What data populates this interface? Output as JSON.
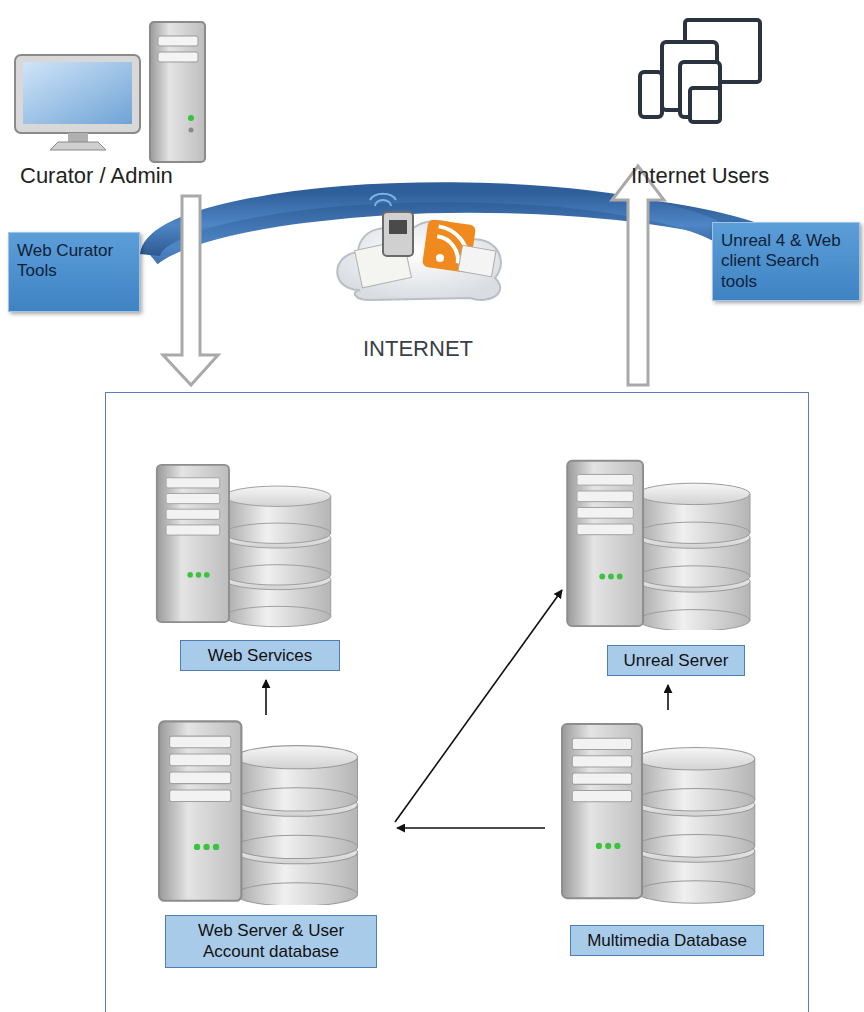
{
  "diagram": {
    "nodes": [
      {
        "text": [
          "Web Curator Tools"
        ]
      },
      {
        "text": [
          "Unreal 4 & Web client Search tools"
        ]
      },
      {
        "text": [
          "Web Services"
        ]
      },
      {
        "text": [
          "Unreal Server"
        ]
      },
      {
        "text": [
          "Web Server & User Account database"
        ]
      },
      {
        "text": [
          "Multimedia Database"
        ]
      }
    ],
    "edges": [
      {
        "from": 4,
        "to": 2,
        "arrow": "to"
      },
      {
        "from": 4,
        "to": 3,
        "arrow": "to"
      },
      {
        "from": 5,
        "to": 4,
        "arrow": "to"
      },
      {
        "from": 5,
        "to": 3,
        "arrow": "to"
      }
    ],
    "labels": [
      "Curator / Admin",
      "Internet Users",
      "INTERNET"
    ]
  }
}
